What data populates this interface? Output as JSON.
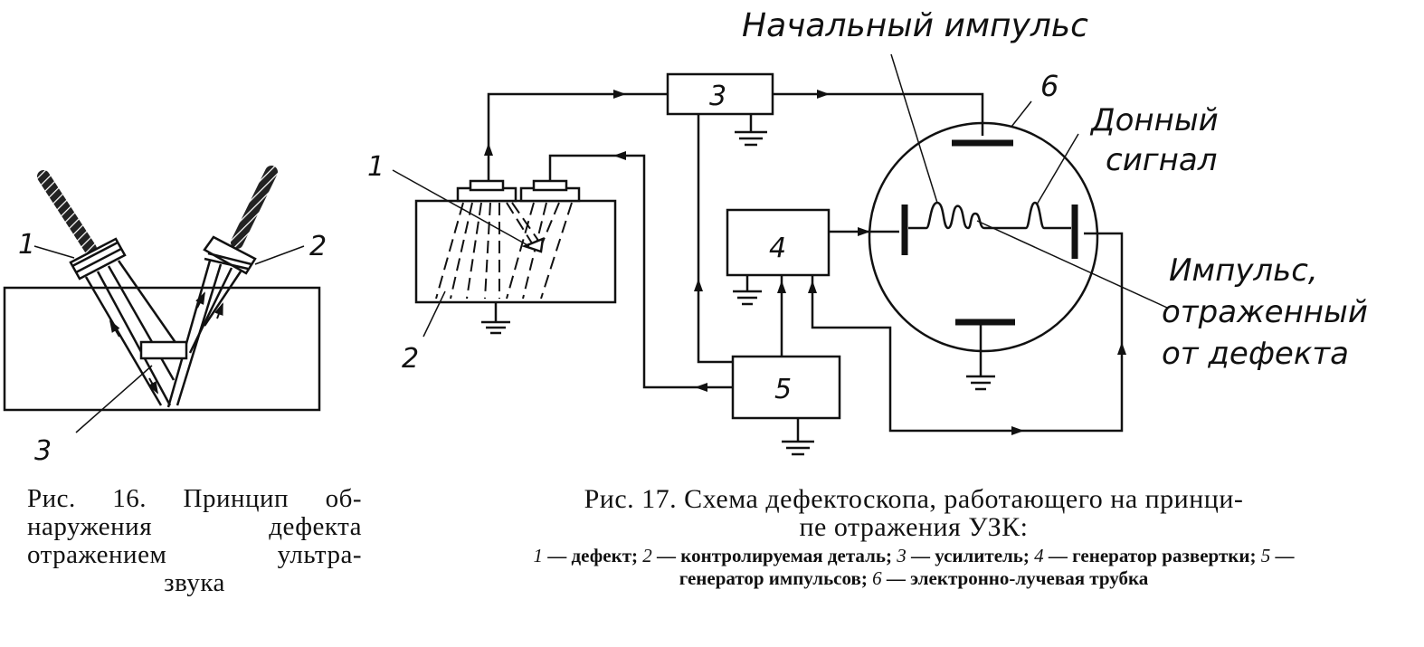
{
  "fig16": {
    "labels": {
      "probe_1": "1",
      "probe_2": "2",
      "defect": "3"
    },
    "caption": [
      "Рис. 16. Принцип об-",
      "наружения   дефекта",
      "отражением   ультра-",
      "звука"
    ]
  },
  "fig17": {
    "blocks": {
      "amplifier": "3",
      "sweep_generator": "4",
      "pulse_generator": "5",
      "crt": "6"
    },
    "labels": {
      "defect": "1",
      "part": "2",
      "initial_pulse": "Начальный импульс",
      "bottom_signal_1": "Донный",
      "bottom_signal_2": "сигнал",
      "defect_pulse_1": "Импульс,",
      "defect_pulse_2": "отраженный",
      "defect_pulse_3": "от дефекта"
    },
    "caption_line1": "Рис. 17. Схема дефектоскопа, работающего на принци-",
    "caption_line2": "пе отражения УЗК:",
    "legend": [
      {
        "num": "1",
        "text": " — дефект; "
      },
      {
        "num": "2",
        "text": " — контролируемая деталь; "
      },
      {
        "num": "3",
        "text": " — усилитель; "
      },
      {
        "num": "4",
        "text": " — генератор развертки; "
      },
      {
        "num": "5",
        "text": " — генератор импульсов; "
      },
      {
        "num": "6",
        "text": " — электронно-лучевая трубка"
      }
    ]
  }
}
